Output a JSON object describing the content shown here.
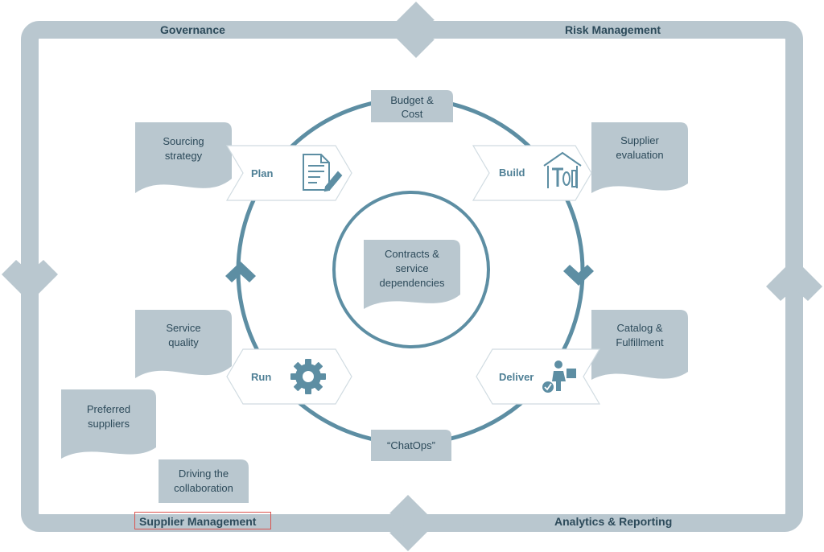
{
  "corners": {
    "top_left": "Governance",
    "top_right": "Risk Management",
    "bottom_left": "Supplier Management",
    "bottom_right": "Analytics & Reporting"
  },
  "cycle_stages": {
    "plan": "Plan",
    "build": "Build",
    "deliver": "Deliver",
    "run": "Run"
  },
  "cycle_tabs": {
    "top": [
      "Budget &",
      "Cost"
    ],
    "bottom": "“ChatOps”"
  },
  "center": [
    "Contracts &",
    "service",
    "dependencies"
  ],
  "documents": {
    "sourcing_strategy": [
      "Sourcing",
      "strategy"
    ],
    "supplier_evaluation": [
      "Supplier",
      "evaluation"
    ],
    "catalog_fulfillment": [
      "Catalog &",
      "Fulfillment"
    ],
    "service_quality": [
      "Service",
      "quality"
    ],
    "preferred_suppliers": [
      "Preferred",
      "suppliers"
    ],
    "driving_collaboration": [
      "Driving the",
      "collaboration"
    ]
  },
  "icons": {
    "plan": "document-edit-icon",
    "build": "house-tools-icon",
    "deliver": "delivery-person-icon",
    "run": "gear-icon"
  },
  "colors": {
    "frame": "#b9c7cf",
    "ring": "#5d8ea3",
    "document_fill": "#b9c7cf",
    "text": "#2c4a5a",
    "stage_text": "#4e7f95",
    "highlight": "#d9534f"
  }
}
